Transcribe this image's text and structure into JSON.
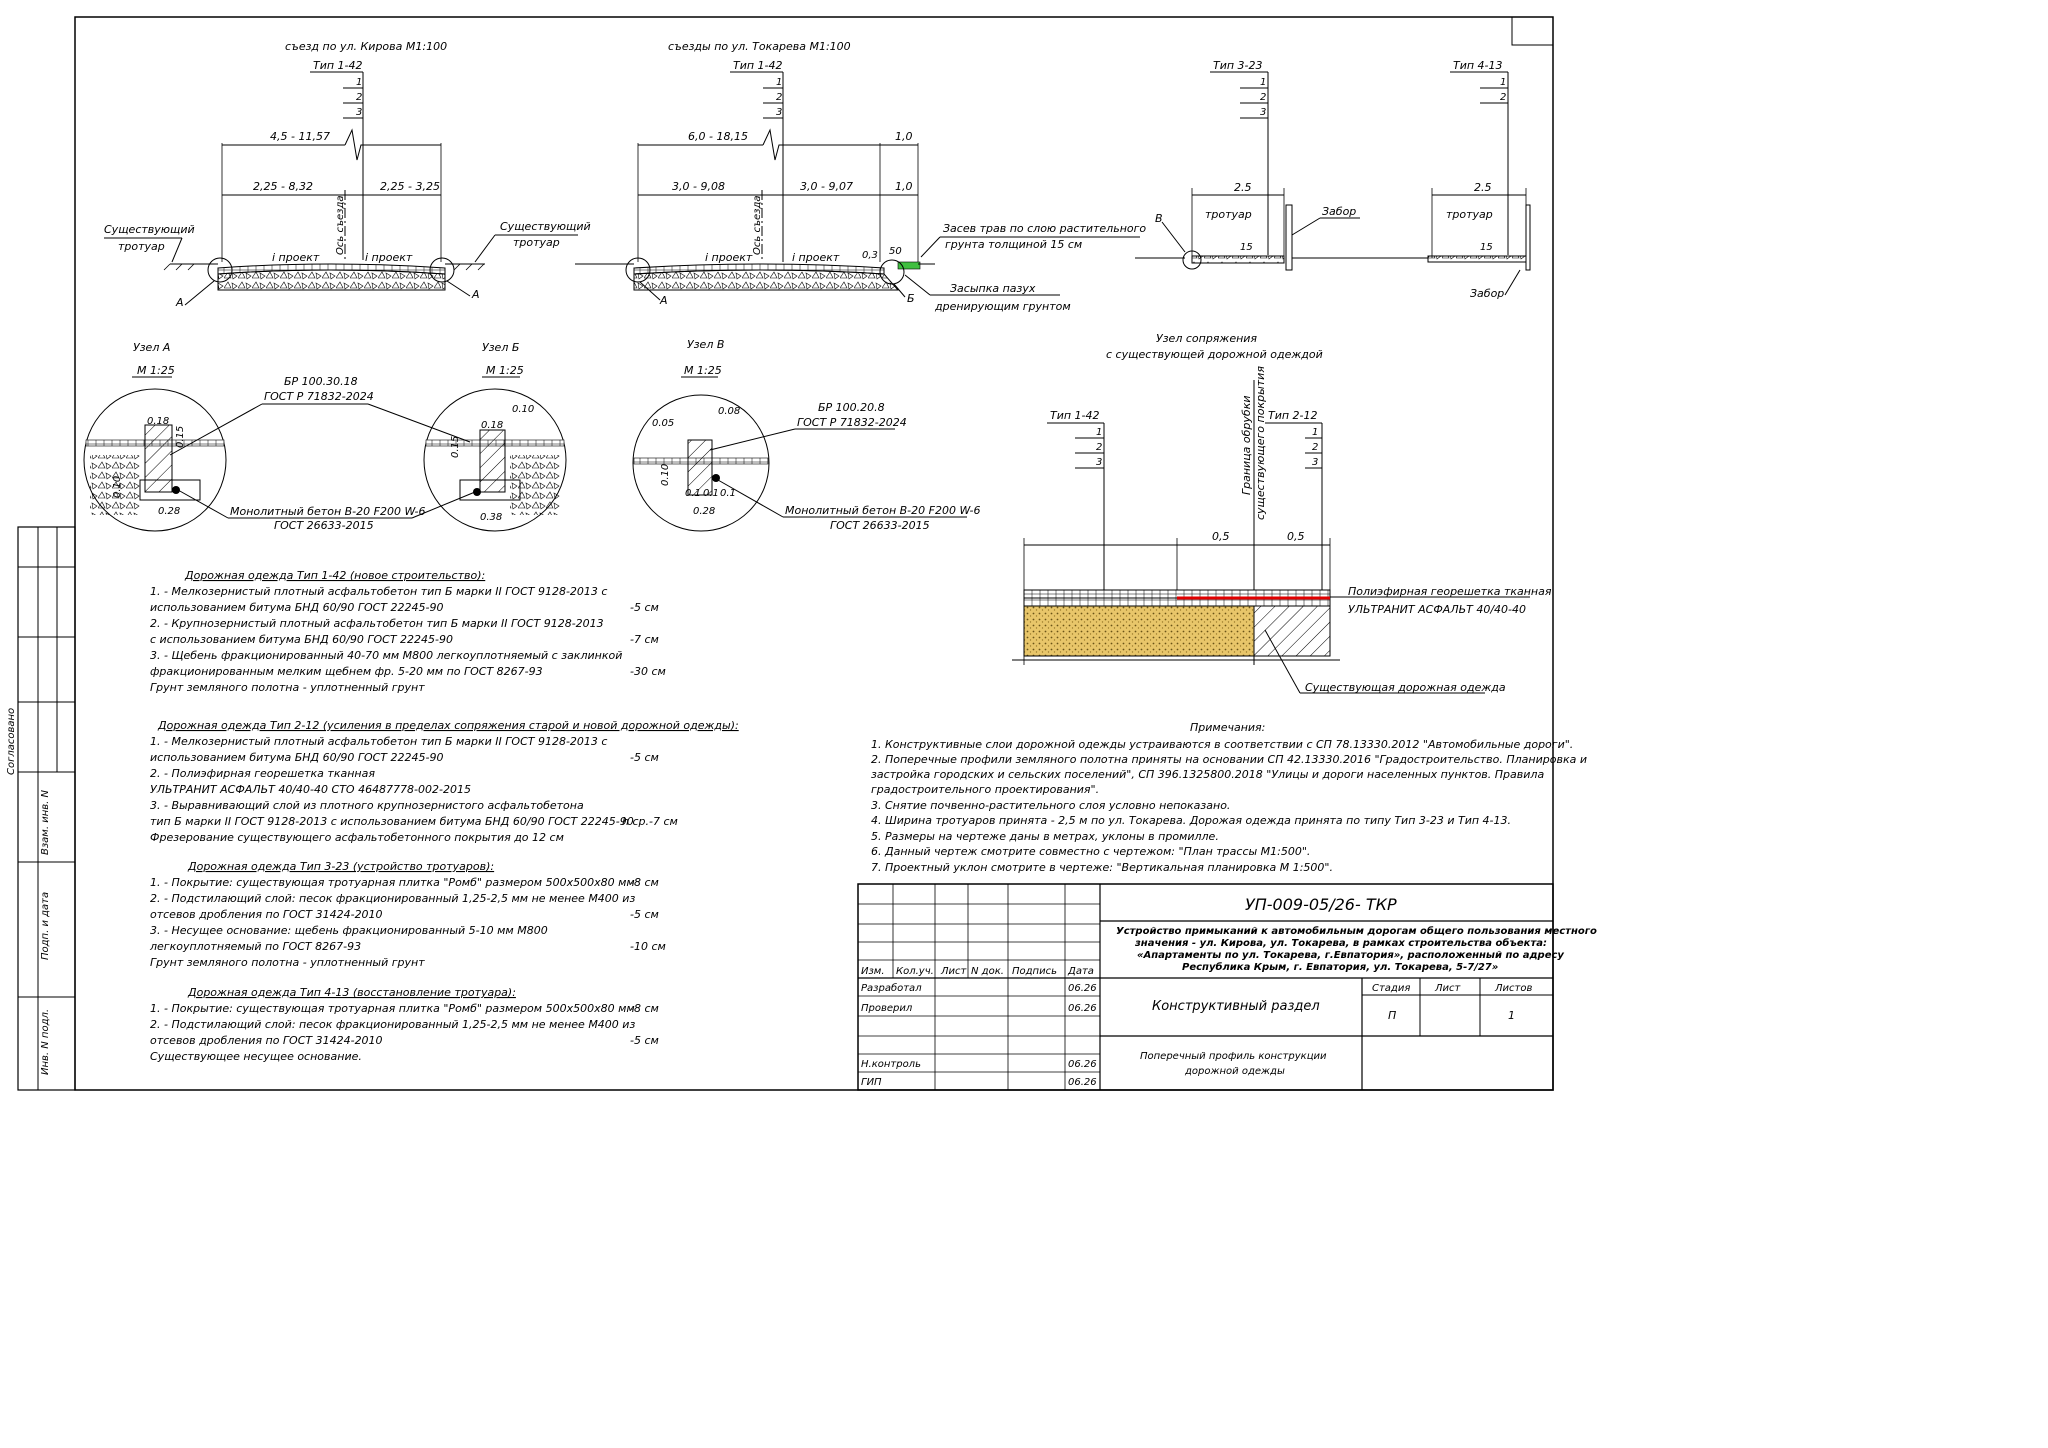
{
  "views": {
    "kirova": {
      "title": "съезд по ул. Кирова М1:100",
      "type": "Тип 1-42",
      "layers": [
        "1",
        "2",
        "3"
      ],
      "dim_total": "4,5 - 11,57",
      "dim_left": "2,25 - 8,32",
      "dim_right": "2,25 - 3,25",
      "axis": "Ось съезда",
      "slope_left": "i проект",
      "slope_right": "i проект",
      "node_left": "А",
      "node_right": "А",
      "sidewalk": [
        "Существующий",
        "тротуар"
      ]
    },
    "tokareva": {
      "title": "съезды по ул. Токарева М1:100",
      "type": "Тип 1-42",
      "layers": [
        "1",
        "2",
        "3"
      ],
      "dim_total": "6,0 - 18,15",
      "dim_left": "3,0 - 9,08",
      "dim_right": "3,0 - 9,07",
      "dim_edge1": "1,0",
      "dim_edge2": "1,0",
      "axis": "Ось съезда",
      "slope_left": "i проект",
      "slope_right": "i проект",
      "d03": "0,3",
      "d50": "50",
      "node_left": "А",
      "node_right": "Б",
      "sidewalk": [
        "Существующий",
        "тротуар"
      ],
      "note_grass": [
        "Засев трав по слою растительного",
        "грунта толщиной 15 см"
      ],
      "note_fill": [
        "Засыпка пазух",
        "дренирующим грунтом"
      ]
    },
    "type323": {
      "type": "Тип 3-23",
      "layers": [
        "1",
        "2",
        "3"
      ],
      "width": "2.5",
      "label": "тротуар",
      "slope": "15",
      "fence": "Забор",
      "node": "В"
    },
    "type413": {
      "type": "Тип 4-13",
      "layers": [
        "1",
        "2"
      ],
      "width": "2.5",
      "label": "тротуар",
      "slope": "15",
      "fence": "Забор"
    }
  },
  "nodes": {
    "A": {
      "title": "Узел А",
      "scale": "М 1:25",
      "d1": "0.18",
      "d2": "0.15",
      "d3": "0.10",
      "d4": "0.28"
    },
    "B": {
      "title": "Узел Б",
      "scale": "М 1:25",
      "d1": "0.10",
      "d2": "0.18",
      "d3": "0.15",
      "d4": "0.38"
    },
    "V": {
      "title": "Узел В",
      "scale": "М 1:25",
      "d1": "0.05",
      "d2": "0.08",
      "d3": "0.10",
      "d4": "0.1",
      "d5": "0.1",
      "d6": "0.1",
      "d7": "0.28"
    },
    "curb1": [
      "БР 100.30.18",
      "ГОСТ Р 71832-2024"
    ],
    "curb2": [
      "БР 100.20.8",
      "ГОСТ Р 71832-2024"
    ],
    "concrete1": [
      "Монолитный бетон В-20 F200 W-6",
      "ГОСТ 26633-2015"
    ],
    "concrete2": [
      "Монолитный бетон В-20 F200 W-6",
      "ГОСТ 26633-2015"
    ]
  },
  "junction": {
    "title": [
      "Узел сопряжения",
      "с существующей дорожной одеждой"
    ],
    "type_left": "Тип 1-42",
    "layers_left": [
      "1",
      "2",
      "3"
    ],
    "type_right": "Тип 2-12",
    "layers_right": [
      "1",
      "2",
      "3"
    ],
    "border": [
      "Граница обрубки",
      "существующего покрытия"
    ],
    "dim_left": "0,5",
    "dim_right": "0,5",
    "geogrid": [
      "Полиэфирная георешетка тканная",
      "УЛЬТРАНИТ АСФАЛЬТ 40/40-40"
    ],
    "existing": "Существующая дорожная одежда"
  },
  "specs": [
    {
      "title": "Дорожная одежда Тип 1-42 (новое строительство):",
      "lines": [
        {
          "text": "1. - Мелкозернистый плотный асфальтобетон тип Б марки II ГОСТ 9128-2013 с",
          "value": ""
        },
        {
          "text": "использованием битума БНД 60/90 ГОСТ 22245-90",
          "value": "-5 см"
        },
        {
          "text": "2. - Крупнозернистый плотный асфальтобетон тип Б марки II ГОСТ 9128-2013",
          "value": ""
        },
        {
          "text": "с использованием битума БНД 60/90 ГОСТ 22245-90",
          "value": "-7 см"
        },
        {
          "text": "3. - Щебень фракционированный 40-70 мм М800 легкоуплотняемый с заклинкой",
          "value": ""
        },
        {
          "text": "фракционированным мелким щебнем фр. 5-20 мм по ГОСТ 8267-93",
          "value": "-30 см"
        },
        {
          "text": "Грунт земляного полотна - уплотненный грунт",
          "value": ""
        }
      ]
    },
    {
      "title": "Дорожная одежда Тип 2-12 (усиления в пределах сопряжения старой и новой дорожной одежды):",
      "lines": [
        {
          "text": "1. - Мелкозернистый плотный асфальтобетон тип Б марки II ГОСТ 9128-2013 с",
          "value": ""
        },
        {
          "text": "использованием битума БНД 60/90 ГОСТ 22245-90",
          "value": "-5 см"
        },
        {
          "text": "2. - Полиэфирная георешетка тканная",
          "value": ""
        },
        {
          "text": "УЛЬТРАНИТ АСФАЛЬТ 40/40-40 СТО 46487778-002-2015",
          "value": ""
        },
        {
          "text": "3. - Выравнивающий слой из плотного крупнозернистого асфальтобетона",
          "value": ""
        },
        {
          "text": "тип Б марки II ГОСТ 9128-2013 с использованием битума БНД 60/90 ГОСТ 22245-90",
          "value": "h ср.-7 см"
        },
        {
          "text": "Фрезерование существующего асфальтобетонного покрытия до 12 см",
          "value": ""
        }
      ]
    },
    {
      "title": "Дорожная одежда Тип 3-23 (устройство тротуаров):",
      "lines": [
        {
          "text": "1. - Покрытие: существующая тротуарная плитка \"Ромб\" размером 500х500х80 мм",
          "value": "-8 см"
        },
        {
          "text": "2. - Подстилающий слой: песок фракционированный 1,25-2,5 мм не менее М400 из",
          "value": ""
        },
        {
          "text": "отсевов дробления по ГОСТ 31424-2010",
          "value": "-5 см"
        },
        {
          "text": "3. - Несущее основание: щебень фракционированный 5-10 мм М800",
          "value": ""
        },
        {
          "text": "легкоуплотняемый по ГОСТ 8267-93",
          "value": "-10 см"
        },
        {
          "text": "Грунт земляного полотна - уплотненный грунт",
          "value": ""
        }
      ]
    },
    {
      "title": "Дорожная одежда Тип 4-13 (восстановление тротуара):",
      "lines": [
        {
          "text": "1. - Покрытие: существующая тротуарная плитка \"Ромб\" размером 500х500х80 мм",
          "value": "-8 см"
        },
        {
          "text": "2. - Подстилающий слой: песок фракционированный 1,25-2,5 мм не менее М400 из",
          "value": ""
        },
        {
          "text": "отсевов дробления по ГОСТ 31424-2010",
          "value": "-5 см"
        },
        {
          "text": "Существующее несущее основание.",
          "value": ""
        }
      ]
    }
  ],
  "notes": {
    "title": "Примечания:",
    "items": [
      "1. Конструктивные слои дорожной одежды устраиваются в соответствии с СП 78.13330.2012 \"Автомобильные дороги\".",
      "2. Поперечные профили земляного полотна приняты на основании СП 42.13330.2016 \"Градостроительство. Планировка и",
      "застройка городских и сельских поселений\", СП 396.1325800.2018 \"Улицы и дороги населенных пунктов. Правила",
      "градостроительного проектирования\".",
      "3. Снятие почвенно-растительного слоя условно непоказано.",
      "4. Ширина тротуаров принята - 2,5 м по ул. Токарева. Дорожая одежда принята по типу Тип 3-23 и Тип 4-13.",
      "5. Размеры на чертеже даны в метрах, уклоны в промилле.",
      "6. Данный чертеж смотрите совместно с чертежом: \"План трассы М1:500\".",
      "7. Проектный уклон смотрите в чертеже: \"Вертикальная планировка М 1:500\"."
    ]
  },
  "stamp": {
    "code": "УП-009-05/26- ТКР",
    "object": [
      "Устройство примыканий к автомобильным дорогам общего пользования местного",
      "значения - ул. Кирова, ул. Токарева, в рамках строительства объекта:",
      "«Апартаменты по ул. Токарева, г.Евпатория», расположенный по адресу",
      "Республика Крым, г. Евпатория, ул. Токарева, 5-7/27»"
    ],
    "cols": [
      "Изм.",
      "Кол.уч.",
      "Лист",
      "N док.",
      "Подпись",
      "Дата"
    ],
    "rows": [
      {
        "role": "Разработал",
        "date": "06.26"
      },
      {
        "role": "Проверил",
        "date": "06.26"
      },
      {
        "role": "Н.контроль",
        "date": "06.26"
      },
      {
        "role": "ГИП",
        "date": "06.26"
      }
    ],
    "section": "Конструктивный раздел",
    "stage_label": "Стадия",
    "sheet_label": "Лист",
    "sheets_label": "Листов",
    "stage": "П",
    "sheets": "1",
    "title": [
      "Поперечный профиль конструкции",
      "дорожной одежды"
    ]
  },
  "side": {
    "agreed": "Согласовано",
    "inv": "Взам. инв. N",
    "sign": "Подп. и дата",
    "orig": "Инв. N подл."
  }
}
